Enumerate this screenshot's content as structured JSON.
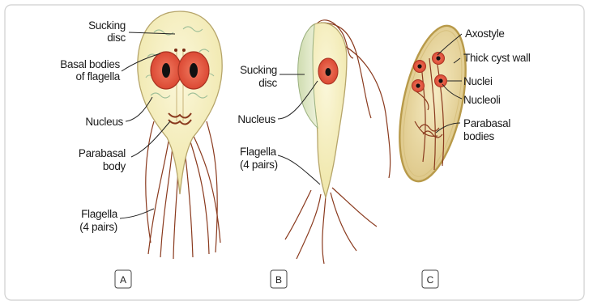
{
  "panels": [
    {
      "id": "A",
      "box_label": "A",
      "labels": {
        "sucking_disc_1": "Sucking",
        "sucking_disc_2": "disc",
        "basal_bodies_1": "Basal bodies",
        "basal_bodies_2": "of flagella",
        "nucleus": "Nucleus",
        "parabasal_body_1": "Parabasal",
        "parabasal_body_2": "body",
        "flagella_1": "Flagella",
        "flagella_2": "(4 pairs)"
      }
    },
    {
      "id": "B",
      "box_label": "B",
      "labels": {
        "sucking_disc_1": "Sucking",
        "sucking_disc_2": "disc",
        "nucleus": "Nucleus",
        "flagella_1": "Flagella",
        "flagella_2": "(4 pairs)"
      }
    },
    {
      "id": "C",
      "box_label": "C",
      "labels": {
        "axostyle": "Axostyle",
        "thick_cyst_wall": "Thick cyst wall",
        "nuclei": "Nuclei",
        "nucleoli": "Nucleoli",
        "parabasal_bodies_1": "Parabasal",
        "parabasal_bodies_2": "bodies"
      }
    }
  ],
  "colors": {
    "body_fill": "#f3efc2",
    "cyst_fill": "#ecdca2",
    "nucleus_fill": "#e0533f",
    "disc_fill": "#dfe8c8",
    "flagella": "#8a3a1e",
    "frame_border": "#c8c8c8"
  }
}
